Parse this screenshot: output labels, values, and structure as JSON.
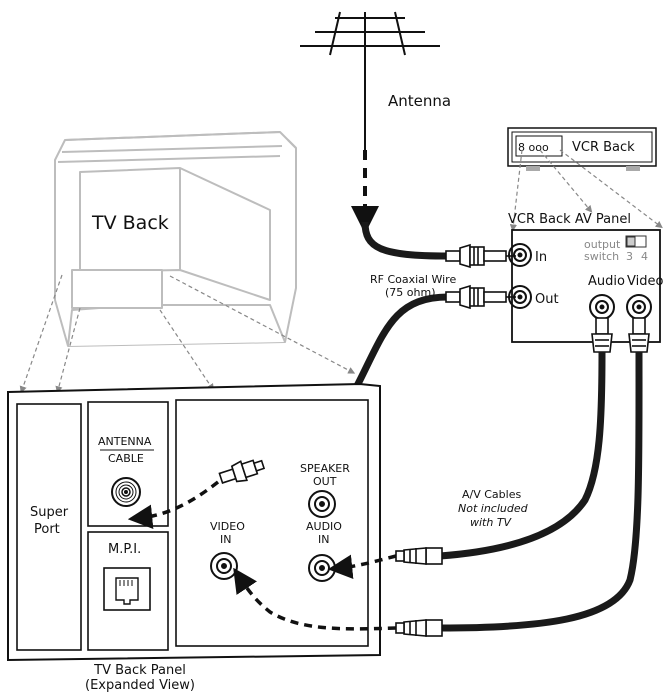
{
  "labels": {
    "antenna": "Antenna",
    "vcr_back": "VCR Back",
    "vcr_dots": "8 ooo",
    "vcr_panel_title": "VCR Back AV Panel",
    "vcr_in": "In",
    "vcr_out": "Out",
    "output_switch_line1": "output",
    "output_switch_line2": "switch",
    "switch_ch3": "3",
    "switch_ch4": "4",
    "vcr_audio": "Audio",
    "vcr_video": "Video",
    "tv_back": "TV Back",
    "rf_wire_line1": "RF Coaxial Wire",
    "rf_wire_line2": "(75 ohm)",
    "antenna_cable_line1": "ANTENNA",
    "antenna_cable_line2": "CABLE",
    "super_port_line1": "Super",
    "super_port_line2": "Port",
    "mpi": "M.P.I.",
    "speaker_out_line1": "SPEAKER",
    "speaker_out_line2": "OUT",
    "video_in_line1": "VIDEO",
    "video_in_line2": "IN",
    "audio_in_line1": "AUDIO",
    "audio_in_line2": "IN",
    "av_cables_line1": "A/V Cables",
    "av_cables_line2": "Not included",
    "av_cables_line3": "with TV",
    "panel_caption_line1": "TV Back Panel",
    "panel_caption_line2": "(Expanded View)"
  },
  "colors": {
    "line": "#111111",
    "cable": "#1a1a1a",
    "tv_shell": "#bdbdbd",
    "leader": "#888888",
    "muted_text": "#888888"
  }
}
